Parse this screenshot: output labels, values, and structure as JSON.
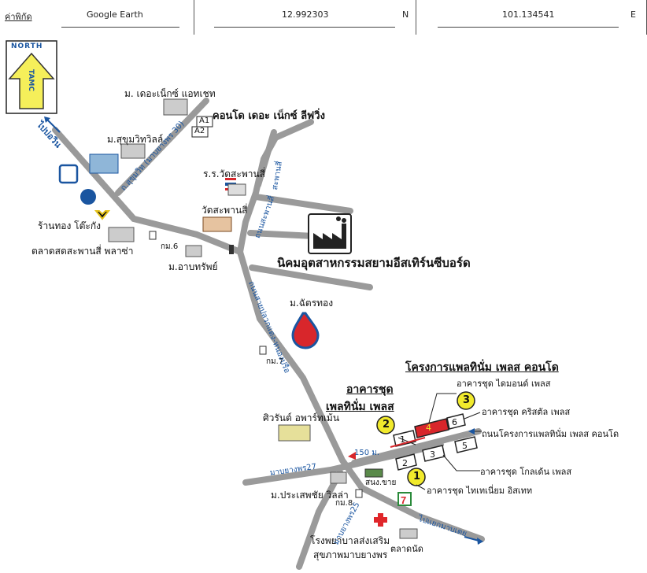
{
  "header": {
    "label": "ค่าพิกัด",
    "source": "Google Earth",
    "lat_value": "12.992303",
    "lat_dir": "N",
    "lon_value": "101.134541",
    "lon_dir": "E"
  },
  "north_arrow": {
    "label": "NORTH",
    "brand": "TAMC"
  },
  "places": {
    "the_next_attached": "ม. เดอะเน็กซ์ แอทเชท",
    "condo_next_living": "คอนโด เดอะ เน็กซ์ ลีฟวิ่ง",
    "a1": "A1",
    "a2": "A2",
    "sukhumvit_ville": "ม.สุขุมวิทวิลล์",
    "school": "ร.ร.วัดสะพานสี่",
    "temple": "วัดสะพานสี่",
    "gold_shop": "ร้านทอง โต๊ะกัง",
    "market": "ตลาดสดสะพานสี่ พลาซ่า",
    "km6": "กม.6",
    "arbsap": "ม.อาบทรัพย์",
    "industrial_estate": "นิคมอุตสาหกรรมสยามอีสเทิร์นซีบอร์ด",
    "chatthong": "ม.ฉัตรทอง",
    "km7": "กม.7",
    "project_title": "โครงการแพลทินั่ม เพลส คอนโด",
    "diamond": "อาคารชุด ไดมอนด์ เพลส",
    "crystal": "อาคารชุด คริสตัล เพลส",
    "project_road": "ถนนโครงการแพลทินั่ม เพลส คอนโด",
    "golden": "อาคารชุด โกลเด้น เพลส",
    "titanium": "อาคารชุด ไทเทเนี่ยม อิสเทท",
    "condo_platinum_1": "อาคารชุด",
    "condo_platinum_2": "เพลทินั่ม เพลส",
    "siwarin": "ศิวรันต์ อพาร์ทเม้น",
    "distance": "150 ม.",
    "tessaban_office": "สนง.ขาย",
    "prasertchai": "ม.ประเสพชัย วิลล่า",
    "km8": "กม.8",
    "hospital_1": "โรงพยาบาลส่งเสริม",
    "hospital_2": "สุขภาพมาบยางพร",
    "market_nat": "ตลาดนัด"
  },
  "roads": {
    "to_chonburi": "ไปบ่อวิน",
    "sukhumvit": "ถ.สุขุมวิท (มาบยางพร 30)",
    "saphan_si": "ถนนสะพานสี่",
    "saphan_si_2": "สะพานสี่",
    "main": "ถนนสายปลวกแดง-หนองปรือ",
    "mabyangporn27": "มาบยางพร27",
    "mabyangporn25": "มาบยางพร25",
    "to_pluak_daeng": "ไปแยกมาบเตย"
  },
  "markers": [
    "1",
    "2",
    "3"
  ],
  "buildings": [
    "1",
    "2",
    "3",
    "4",
    "5",
    "6"
  ],
  "colors": {
    "road": "#9a9a9a",
    "label_blue": "#1a55a0",
    "arrow_yellow": "#f5ef5a",
    "marker_yellow": "#f1ea2c",
    "project_red": "#d8262b",
    "hospital_red": "#e0262a"
  }
}
